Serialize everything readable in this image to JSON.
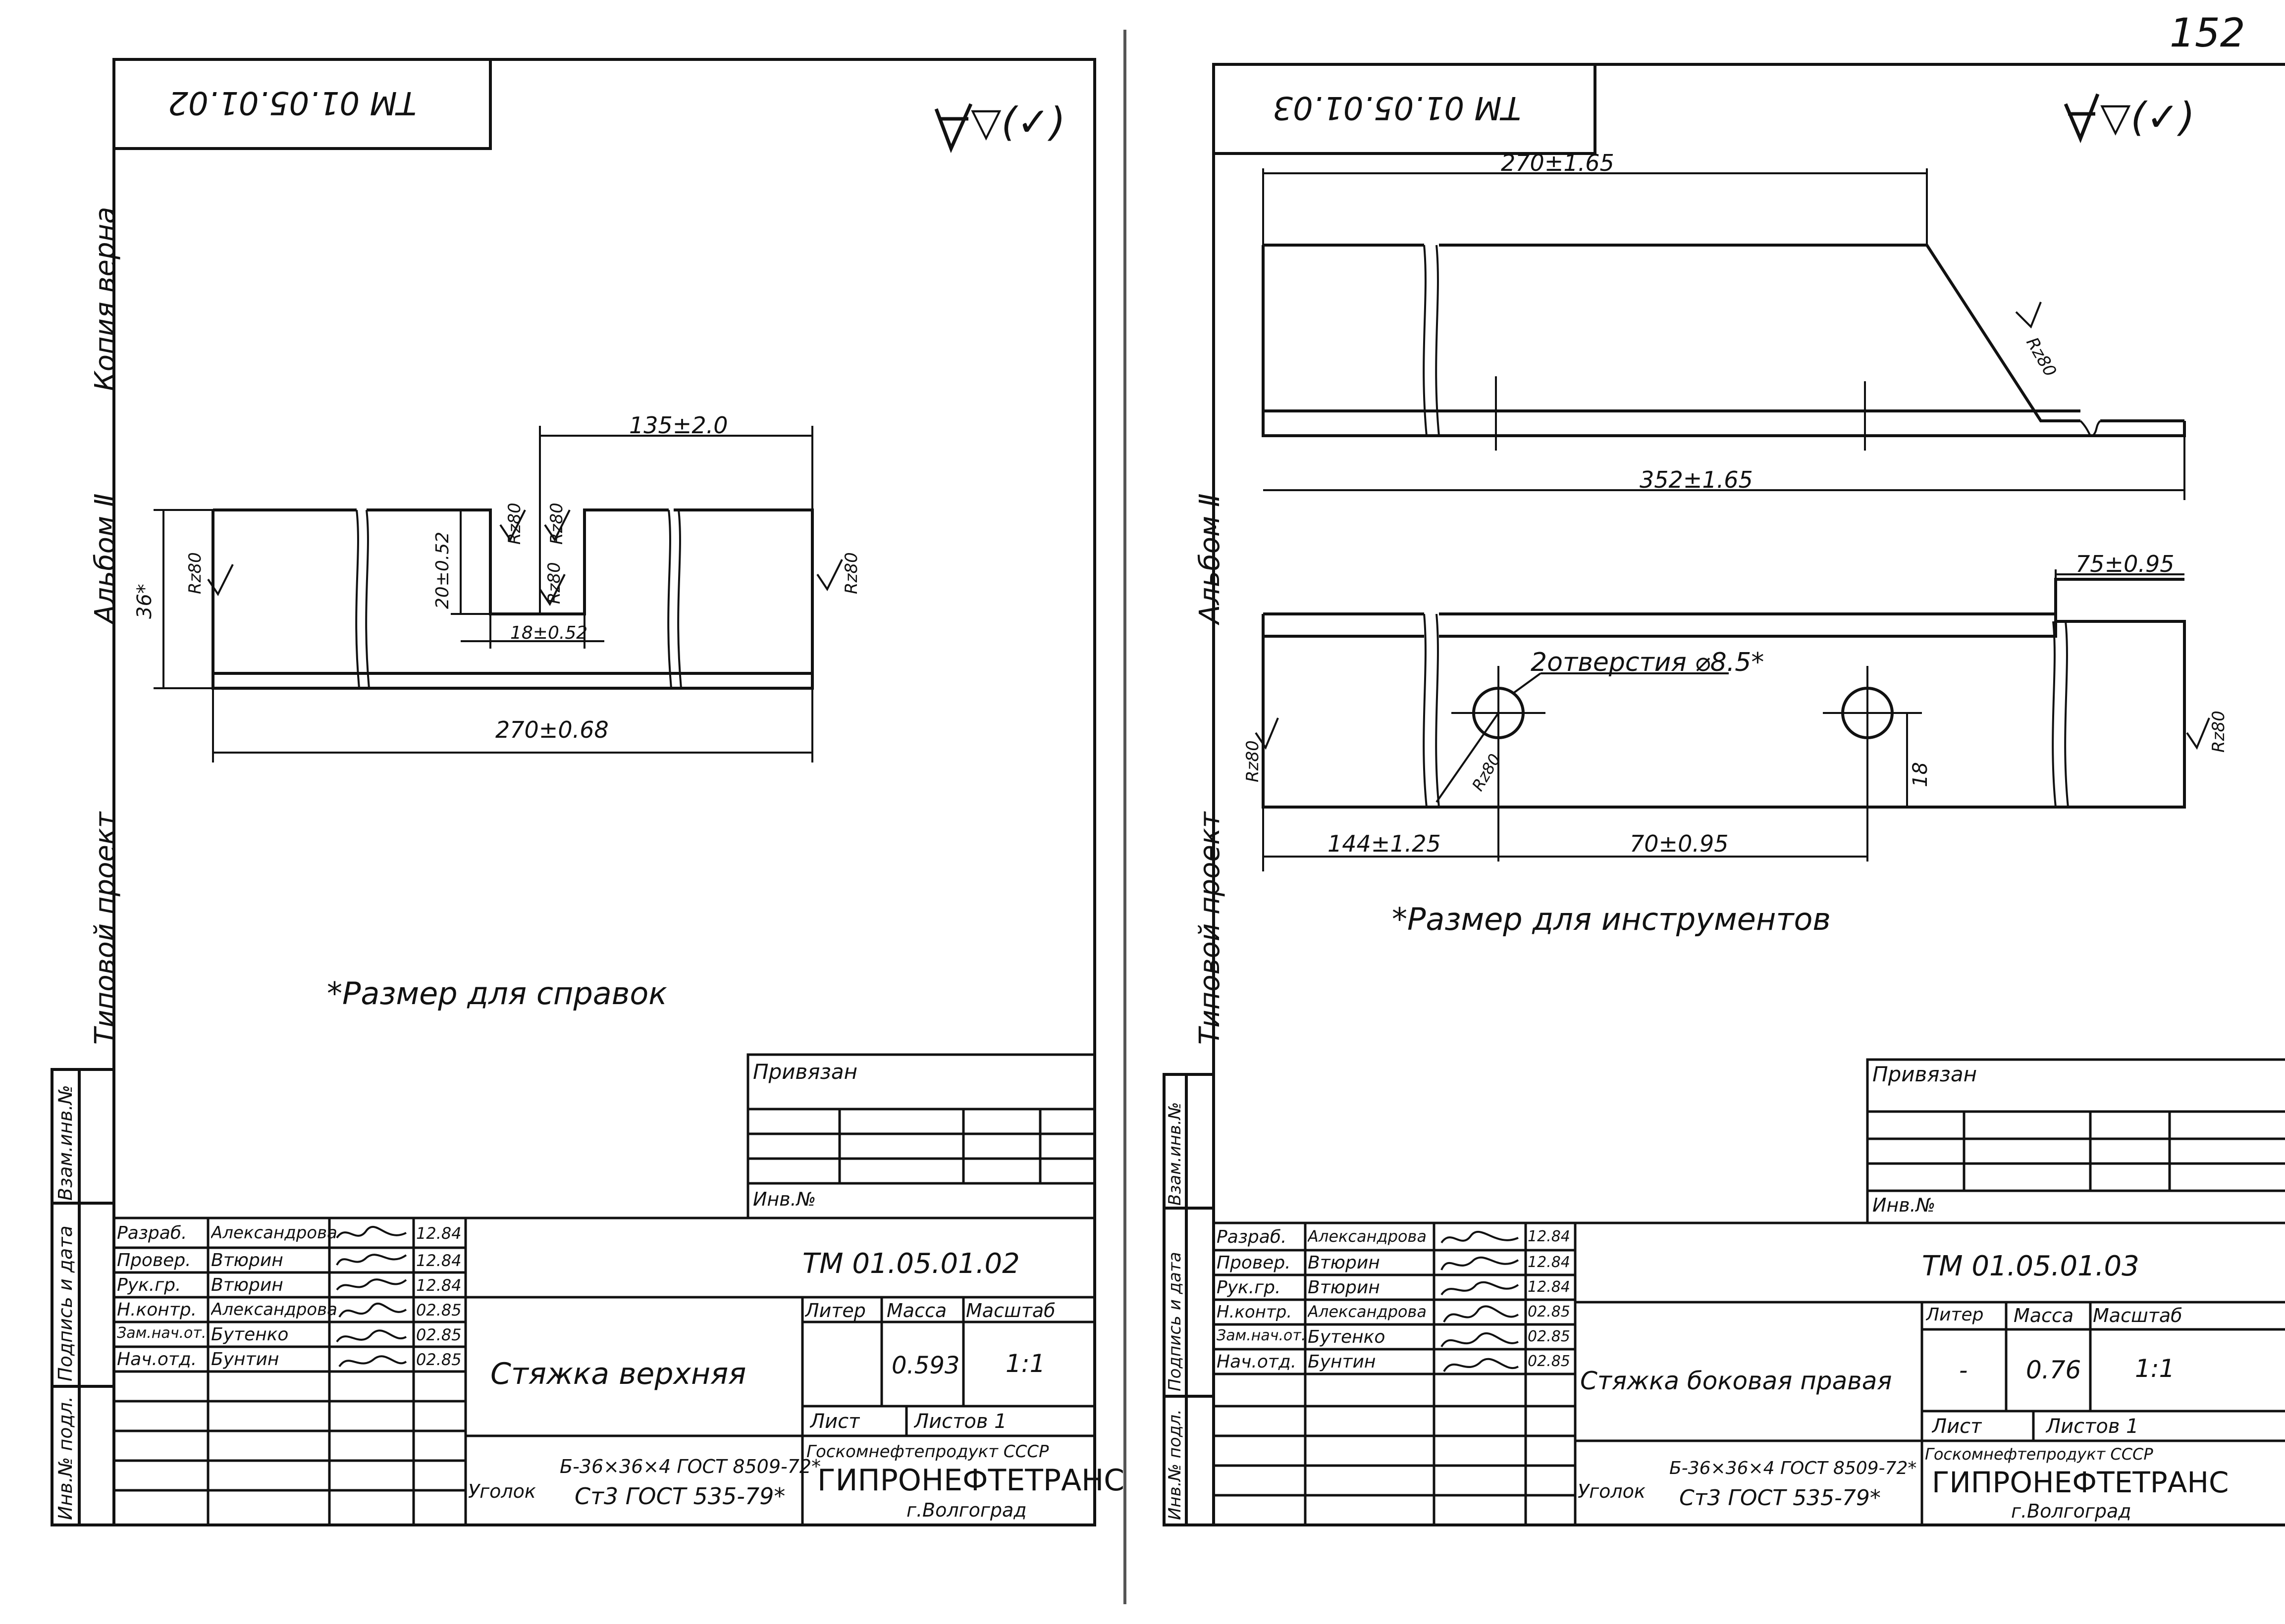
{
  "page_number": "152",
  "sheets": [
    {
      "stamp_code_mirrored": "ТМ 01.05.01.02",
      "roughness_symbol": "▽(✓)",
      "margin": {
        "album": "Альбом Ⅱ",
        "copy_note": "Копия верна",
        "project_type": "Типовой проект",
        "inv_label": "Инв.№ подл.",
        "sign_label": "Подпись и дата",
        "replace_label": "Взам.инв.№"
      },
      "drawing": {
        "dim_top": "135±2.0",
        "dim_height": "36*",
        "dim_slot_depth": "20±0.52",
        "dim_slot_width": "18±0.52",
        "dim_length": "270±0.68",
        "roughness": [
          "Rz80",
          "Rz80",
          "Rz80",
          "Rz80",
          "Rz80"
        ]
      },
      "note": "*Размер  для справок",
      "tied_block": {
        "title": "Привязан",
        "inv_label": "Инв.№"
      },
      "title_block": {
        "roles": [
          "Разраб.",
          "Провер.",
          "Рук.гр.",
          "Н.контр.",
          "Зам.нач.от.",
          "Нач.отд."
        ],
        "names": [
          "Александрова",
          "Втюрин",
          "Втюрин",
          "Александрова",
          "Бутенко",
          "Бунтин"
        ],
        "dates": [
          "12.84",
          "12.84",
          "12.84",
          "02.85",
          "02.85",
          "02.85"
        ],
        "code": "ТМ 01.05.01.02",
        "name": "Стяжка   верхняя",
        "head_liter": "Литер",
        "head_mass": "Масса",
        "head_scale": "Масштаб",
        "mass": "0.593",
        "scale": "1:1",
        "sheet_label": "Лист",
        "sheets_label": "Листов 1",
        "material_prefix": "Уголок",
        "material_line1": "Б-36×36×4 ГОСТ 8509-72*",
        "material_line2": "Ст3 ГОСТ 535-79*",
        "org_line1": "Госкомнефтепродукт СССР",
        "org_line2": "ГИПРОНЕФТЕТРАНС",
        "org_line3": "г.Волгоград"
      }
    },
    {
      "stamp_code_mirrored": "ТМ 01.05.01.03",
      "roughness_symbol": "▽(✓)",
      "margin": {
        "album": "Альбом Ⅱ",
        "project_type": "Типовой проект",
        "inv_label": "Инв.№ подл.",
        "sign_label": "Подпись и дата",
        "replace_label": "Взам.инв.№"
      },
      "drawing": {
        "dim_top": "270±1.65",
        "dim_bottom": "352±1.65",
        "dim_offset": "75±0.95",
        "holes_label": "2отверстия ⌀8.5*",
        "dim_left": "144±1.25",
        "dim_between": "70±0.95",
        "dim_height": "18",
        "roughness": [
          "Rz80",
          "Rz80",
          "Rz80",
          "Rz80"
        ]
      },
      "note": "*Размер  для  инструментов",
      "tied_block": {
        "title": "Привязан",
        "inv_label": "Инв.№"
      },
      "title_block": {
        "roles": [
          "Разраб.",
          "Провер.",
          "Рук.гр.",
          "Н.контр.",
          "Зам.нач.от.",
          "Нач.отд."
        ],
        "names": [
          "Александрова",
          "Втюрин",
          "Втюрин",
          "Александрова",
          "Бутенко",
          "Бунтин"
        ],
        "dates": [
          "12.84",
          "12.84",
          "12.84",
          "02.85",
          "02.85",
          "02.85"
        ],
        "code": "ТМ 01.05.01.03",
        "name": "Стяжка боковая правая",
        "head_liter": "Литер",
        "head_mass": "Масса",
        "head_scale": "Масштаб",
        "liter": "-",
        "mass": "0.76",
        "scale": "1:1",
        "sheet_label": "Лист",
        "sheets_label": "Листов 1",
        "material_prefix": "Уголок",
        "material_line1": "Б-36×36×4 ГОСТ 8509-72*",
        "material_line2": "Ст3 ГОСТ 535-79*",
        "org_line1": "Госкомнефтепродукт СССР",
        "org_line2": "ГИПРОНЕФТЕТРАНС",
        "org_line3": "г.Волгоград"
      }
    }
  ]
}
